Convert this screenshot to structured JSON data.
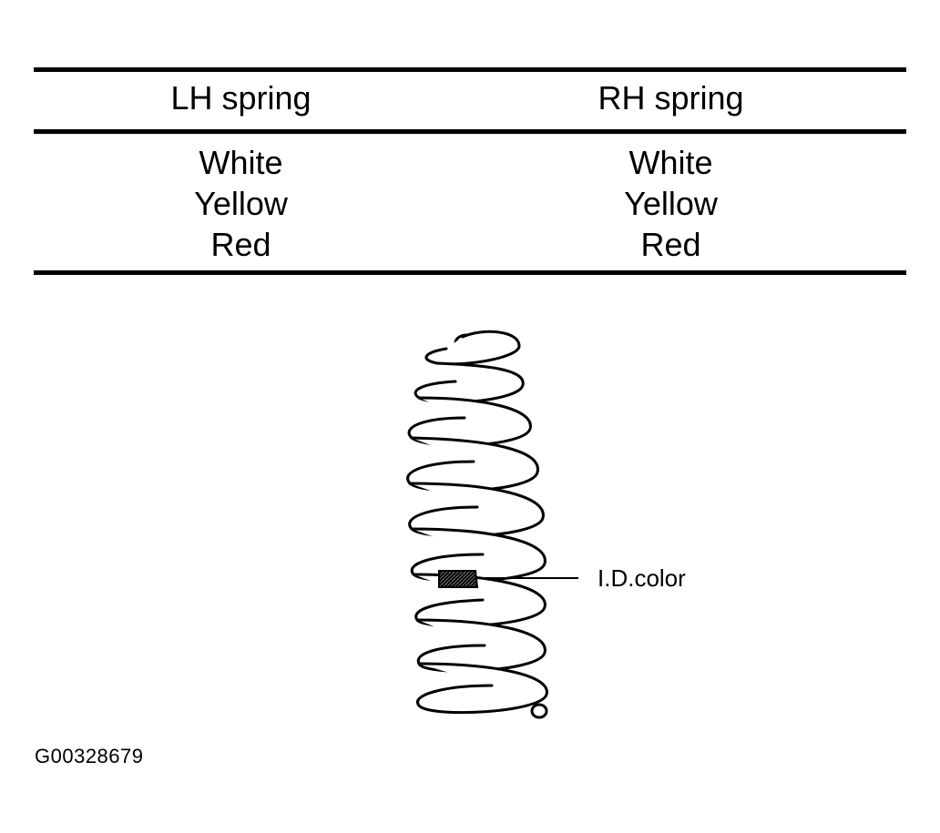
{
  "table": {
    "headers": [
      "LH spring",
      "RH spring"
    ],
    "left_values": [
      "White",
      "Yellow",
      "Red"
    ],
    "right_values": [
      "White",
      "Yellow",
      "Red"
    ]
  },
  "figure": {
    "callout_label": "I.D.color",
    "code": "G00328679"
  }
}
